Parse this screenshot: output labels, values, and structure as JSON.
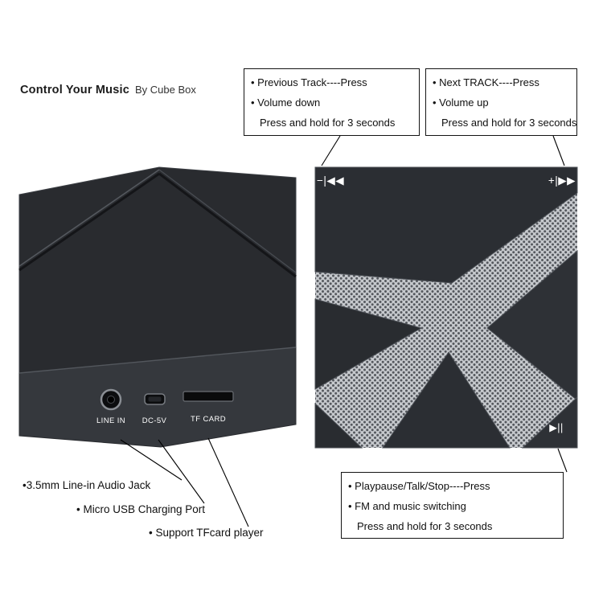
{
  "title": {
    "main": "Control Your Music",
    "sub": "By Cube Box"
  },
  "callouts": {
    "top_left": {
      "lines": [
        "• Previous Track----Press",
        "• Volume down",
        "Press and hold for 3 seconds"
      ]
    },
    "top_right": {
      "lines": [
        "• Next TRACK----Press",
        "• Volume up",
        "Press and hold for 3 seconds"
      ]
    },
    "bottom_right": {
      "lines": [
        "• Playpause/Talk/Stop----Press",
        "• FM and music switching",
        "Press and hold for 3 seconds"
      ]
    }
  },
  "annotations": {
    "audio_jack": "•3.5mm Line-in Audio Jack",
    "usb": "• Micro USB Charging Port",
    "tfcard": "• Support TFcard player"
  },
  "speaker": {
    "port_labels": {
      "line_in": "LINE IN",
      "dc": "DC-5V",
      "tf": "TF CARD"
    },
    "symbols": {
      "prev": "−|◀◀",
      "next": "+|▶▶",
      "playpause": "▶||"
    }
  },
  "colors": {
    "speaker_dark": "#2b2e33",
    "speaker_bottom": "#35383d",
    "mesh_dot": "#55585e",
    "port_label": "#ffffff",
    "leader_line": "#000000"
  }
}
